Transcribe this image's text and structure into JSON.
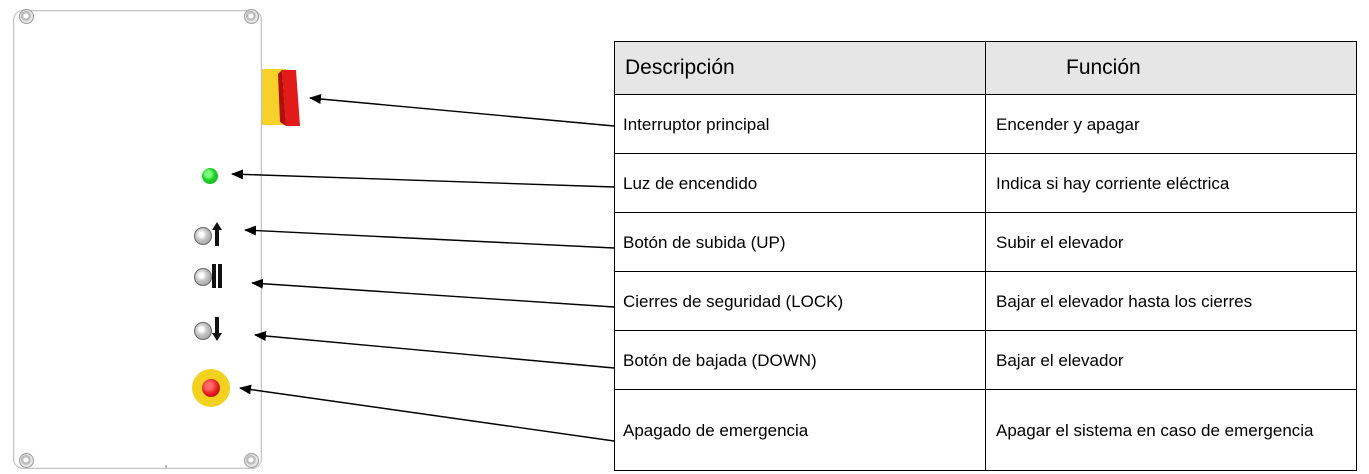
{
  "table": {
    "headers": [
      "Descripción",
      "Función"
    ],
    "rows": [
      {
        "description": "Interruptor principal",
        "function": "Encender y apagar"
      },
      {
        "description": "Luz de encendido",
        "function": "Indica si hay corriente eléctrica"
      },
      {
        "description": "Botón de subida (UP)",
        "function": "Subir el elevador"
      },
      {
        "description": "Cierres de seguridad (LOCK)",
        "function": "Bajar el elevador hasta los cierres"
      },
      {
        "description": "Botón de bajada (DOWN)",
        "function": "Bajar el elevador"
      },
      {
        "description": "Apagado de emergencia",
        "function": "Apagar el sistema en caso de emergencia"
      }
    ]
  },
  "colors": {
    "header_bg": "#e6e6e6",
    "switch_yellow": "#f5d12a",
    "switch_red": "#e21a1a",
    "lamp_green": "#1fcf2c",
    "estop_yellow": "#f3d21f",
    "estop_red": "#e21a1a",
    "button_grey": "#b0b0b0"
  },
  "icons": [
    "main-switch-icon",
    "power-lamp-icon",
    "up-button-icon",
    "lock-button-icon",
    "down-button-icon",
    "emergency-stop-icon"
  ]
}
